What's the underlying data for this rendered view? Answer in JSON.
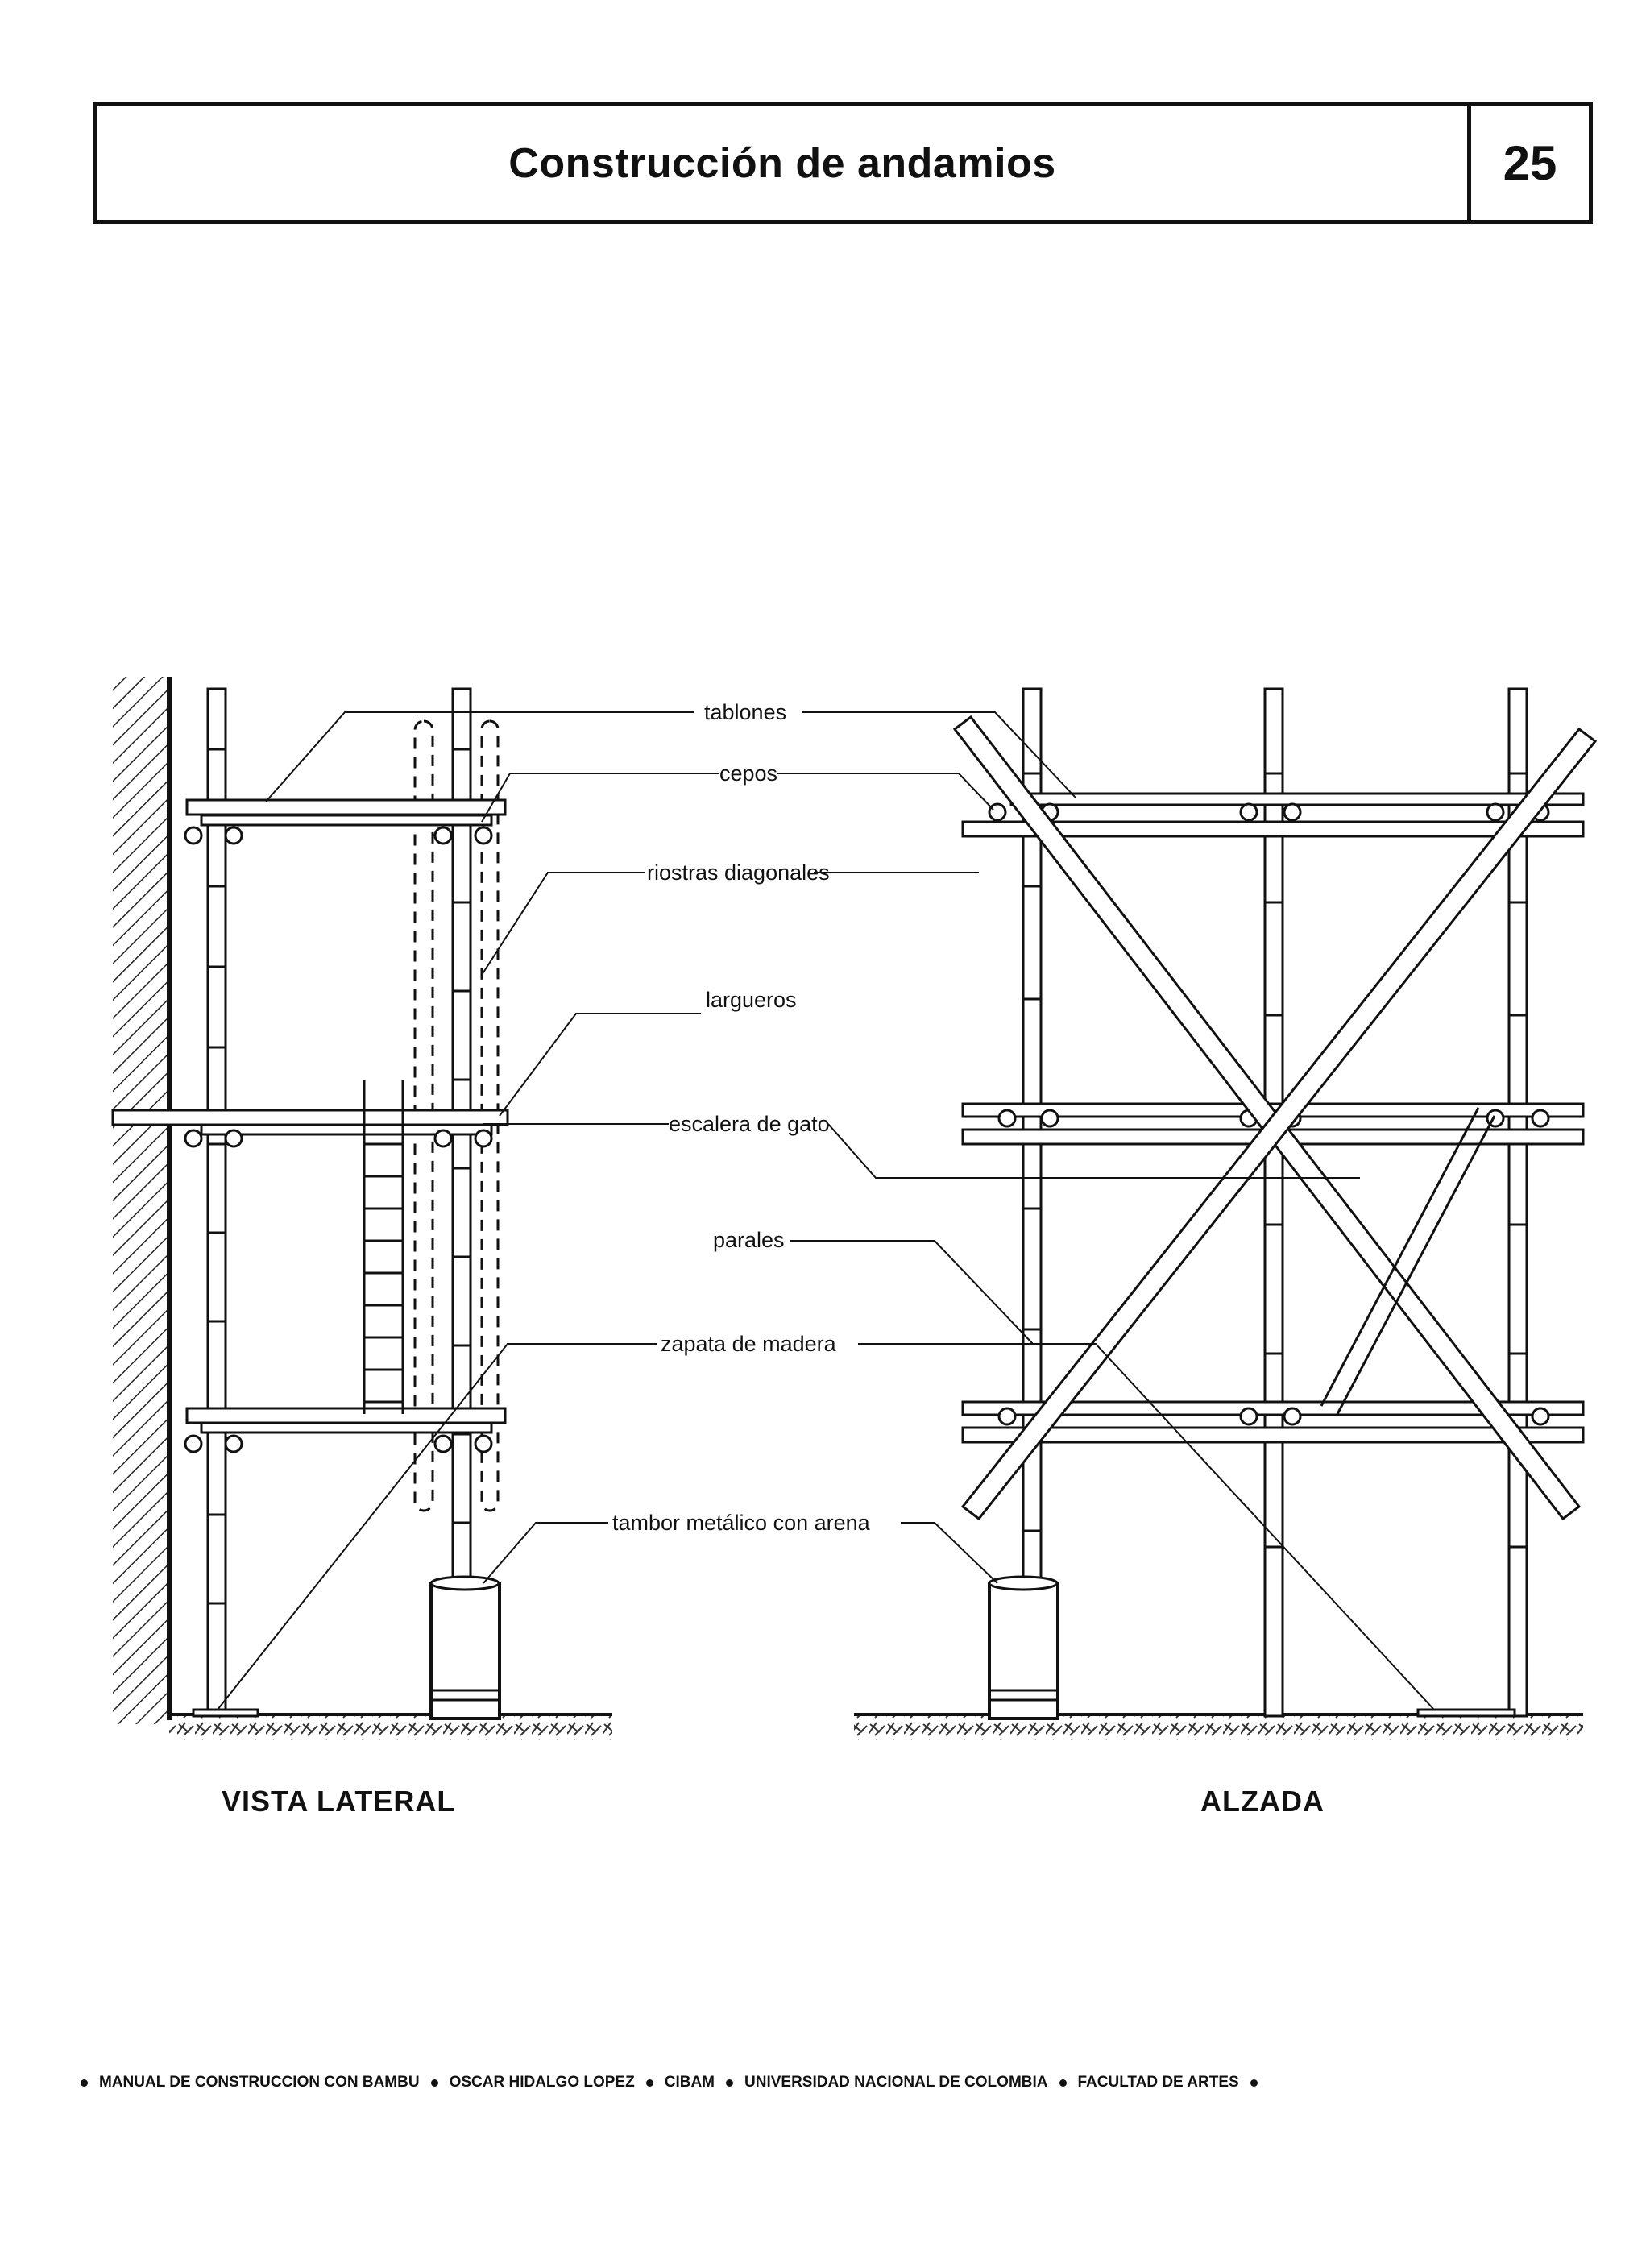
{
  "header": {
    "title": "Construcción de andamios",
    "page_number": "25"
  },
  "labels": {
    "tablones": "tablones",
    "cepos": "cepos",
    "riostras": "riostras diagonales",
    "largueros": "largueros",
    "escalera": "escalera de gato",
    "parales": "parales",
    "zapata": "zapata de madera",
    "tambor": "tambor metálico con arena"
  },
  "captions": {
    "left": "VISTA LATERAL",
    "right": "ALZADA"
  },
  "footer": {
    "items": [
      "MANUAL DE CONSTRUCCION CON BAMBU",
      "OSCAR HIDALGO LOPEZ",
      "CIBAM",
      "UNIVERSIDAD NACIONAL DE COLOMBIA",
      "FACULTAD DE ARTES"
    ]
  }
}
